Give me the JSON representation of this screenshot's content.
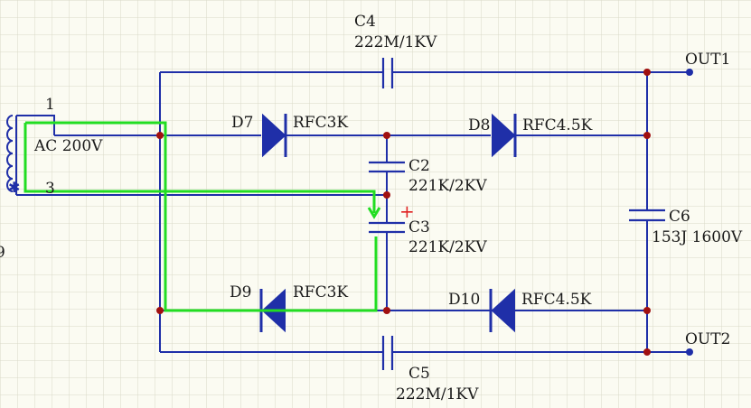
{
  "labels": {
    "c4_name": "C4",
    "c4_value": "222M/1KV",
    "c5_name": "C5",
    "c5_value": "222M/1KV",
    "c2_name": "C2",
    "c2_value": "221K/2KV",
    "c3_name": "C3",
    "c3_value": "221K/2KV",
    "c6_name": "C6",
    "c6_value": "153J 1600V",
    "d7_name": "D7",
    "d7_value": "RFC3K",
    "d8_name": "D8",
    "d8_value": "RFC4.5K",
    "d9_name": "D9",
    "d9_value": "RFC3K",
    "d10_name": "D10",
    "d10_value": "RFC4.5K",
    "out1": "OUT1",
    "out2": "OUT2",
    "source": "AC 200V",
    "pin1": "1",
    "pin3": "3",
    "left_fragment": "9",
    "plus_mark": "+"
  },
  "colors": {
    "grid": "#d9d9c8",
    "wire": "#1f2fa8",
    "node": "#a01010",
    "highlight": "#22dd22",
    "plus": "#e02020"
  }
}
